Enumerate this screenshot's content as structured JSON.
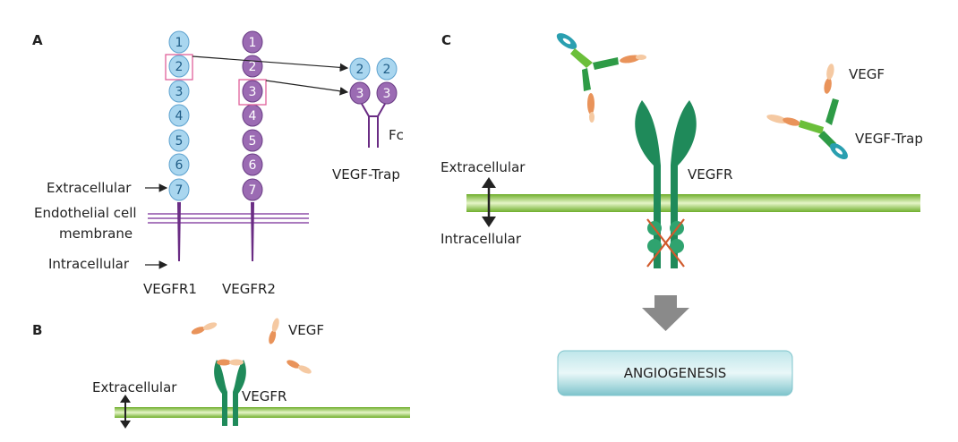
{
  "panels": {
    "a": {
      "label": "A"
    },
    "b": {
      "label": "B"
    },
    "c": {
      "label": "C"
    }
  },
  "panel_a": {
    "receptor1": {
      "name": "VEGFR1",
      "domains": [
        "1",
        "2",
        "3",
        "4",
        "5",
        "6",
        "7"
      ]
    },
    "receptor2": {
      "name": "VEGFR2",
      "domains": [
        "1",
        "2",
        "3",
        "4",
        "5",
        "6",
        "7"
      ]
    },
    "trap": {
      "name": "VEGF-Trap",
      "fc_label": "Fc",
      "domains": [
        "2",
        "2",
        "3",
        "3"
      ]
    },
    "extracellular_label": "Extracellular",
    "membrane_label_line1": "Endothelial cell",
    "membrane_label_line2": "membrane",
    "intracellular_label": "Intracellular"
  },
  "panel_b": {
    "vegf_label": "VEGF",
    "extracellular_label": "Extracellular",
    "receptor_label": "VEGFR"
  },
  "panel_c": {
    "extracellular_label": "Extracellular",
    "intracellular_label": "Intracellular",
    "receptor_label": "VEGFR",
    "vegf_label": "VEGF",
    "trap_label": "VEGF-Trap",
    "outcome_label": "ANGIOGENESIS"
  },
  "colors": {
    "blue_domain": "#a9d6ef",
    "purple_domain": "#9b6bb3",
    "receptor_green": "#1f8a5a",
    "membrane_green": "#8cc63f",
    "vegf_orange": "#e9935a",
    "trap_teal": "#2a9fb0",
    "highlight_pink": "#e0609a",
    "block_arrow_gray": "#8a8a8a"
  }
}
